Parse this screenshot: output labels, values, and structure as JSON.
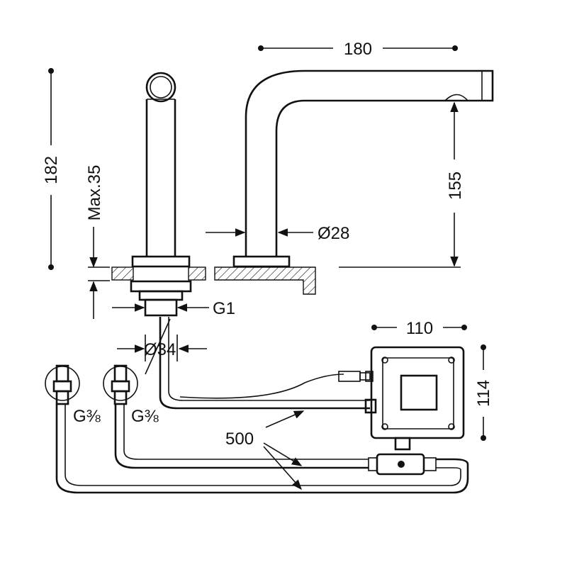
{
  "dimensions": {
    "width_180": "180",
    "height_182": "182",
    "max_35": "Max.35",
    "height_155": "155",
    "diameter_28": "Ø28",
    "thread_g1": "G1",
    "diameter_34": "Ø34",
    "width_110": "110",
    "height_114": "114",
    "hose_500": "500",
    "connection_left": "G⅜",
    "connection_right": "G⅜"
  },
  "colors": {
    "line": "#111111",
    "background": "#ffffff"
  }
}
